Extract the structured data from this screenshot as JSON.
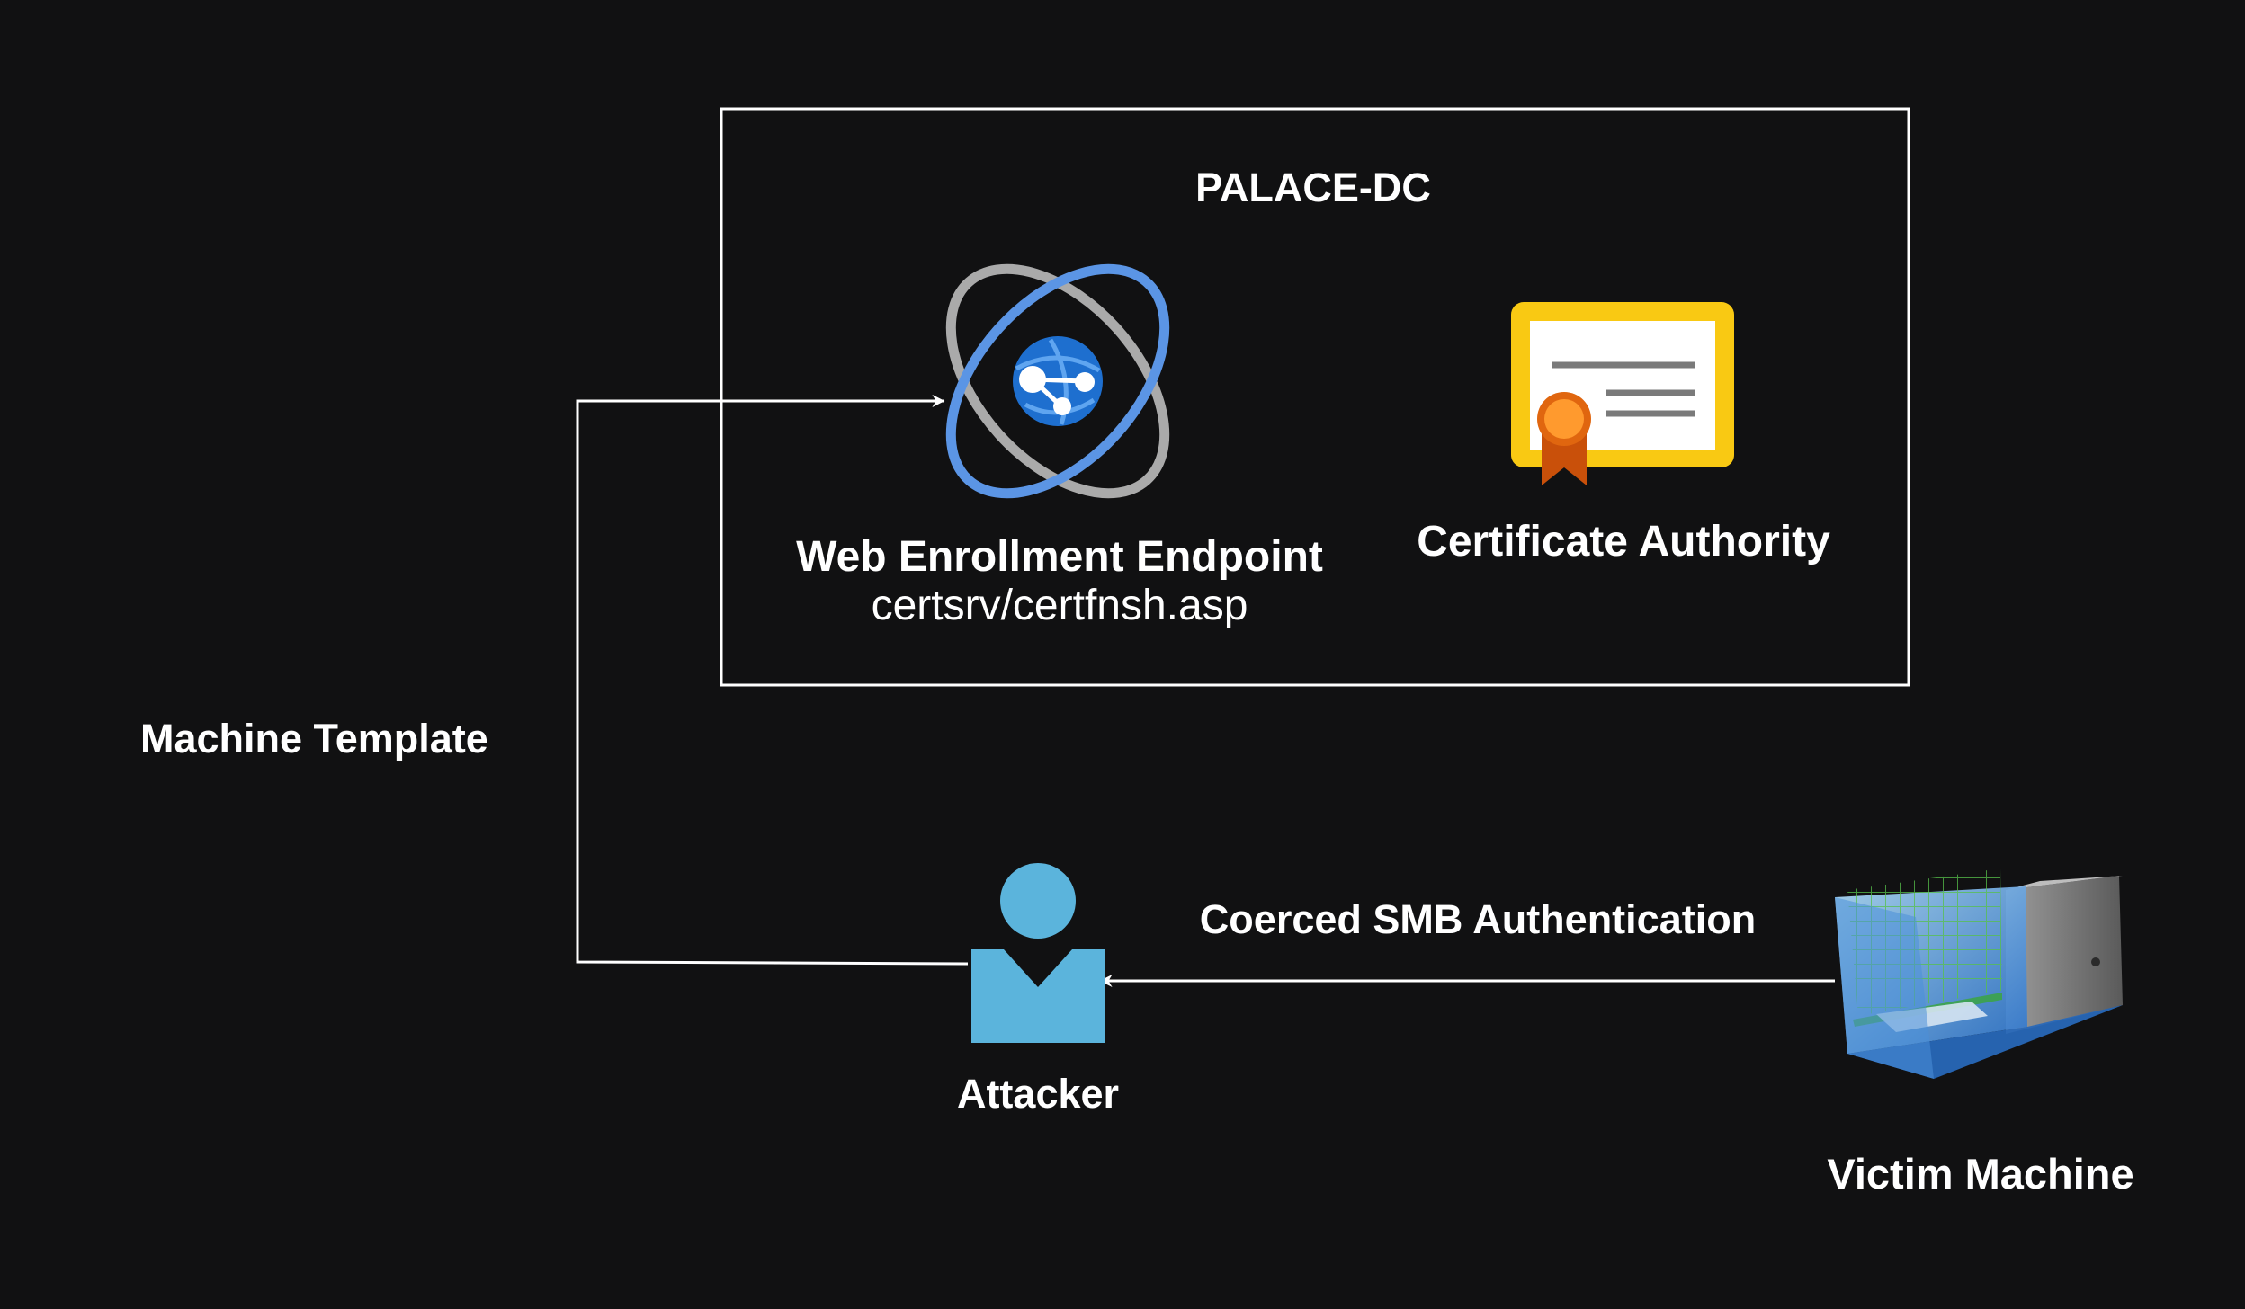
{
  "diagram": {
    "dc_box_title": "PALACE-DC",
    "web_enrollment": {
      "title": "Web Enrollment Endpoint",
      "path": "certsrv/certfnsh.asp",
      "icon": "web-app-orbit-icon"
    },
    "certificate_authority": {
      "title": "Certificate Authority",
      "icon": "certificate-icon"
    },
    "attacker": {
      "label": "Attacker",
      "icon": "user-icon"
    },
    "victim": {
      "label": "Victim Machine",
      "icon": "virtual-machine-icon"
    },
    "edges": {
      "machine_template": "Machine Template",
      "coerced_smb": "Coerced SMB Authentication"
    },
    "colors": {
      "background": "#111112",
      "line": "#ffffff",
      "orbit_blue": "#5b95e5",
      "orbit_gray": "#aaaaaa",
      "globe_blue": "#1e6fcf",
      "cert_gold": "#f9c913",
      "ribbon_orange": "#e0660f",
      "user_blue": "#5bb4dc"
    }
  }
}
